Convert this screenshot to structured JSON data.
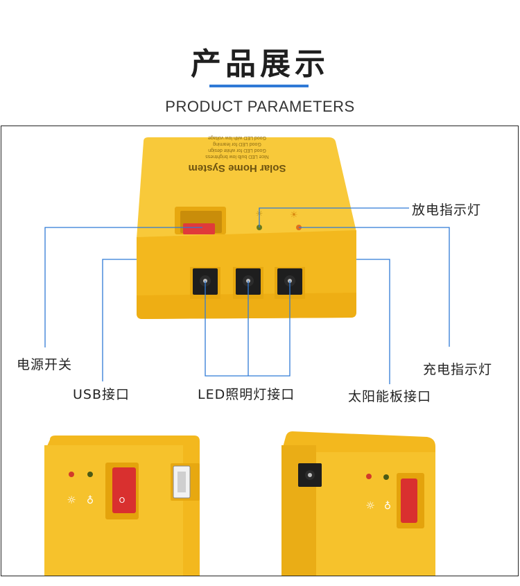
{
  "header": {
    "title": "产品展示",
    "subtitle": "PRODUCT PARAMETERS"
  },
  "device": {
    "brand_text": "Solar Home System",
    "fine_print": [
      "Nice LED bulb low brightness",
      "Good LED for white design",
      "Good LED for learning",
      "Good LED with low voltage"
    ]
  },
  "callouts": {
    "discharge_indicator": "放电指示灯",
    "power_switch": "电源开关",
    "charge_indicator": "充电指示灯",
    "usb_port": "USB接口",
    "led_port": "LED照明灯接口",
    "solar_port": "太阳能板接口"
  },
  "colors": {
    "device_yellow": "#f7c22a",
    "callout_line": "#2f7ad6",
    "switch_red": "#e03a3a"
  }
}
